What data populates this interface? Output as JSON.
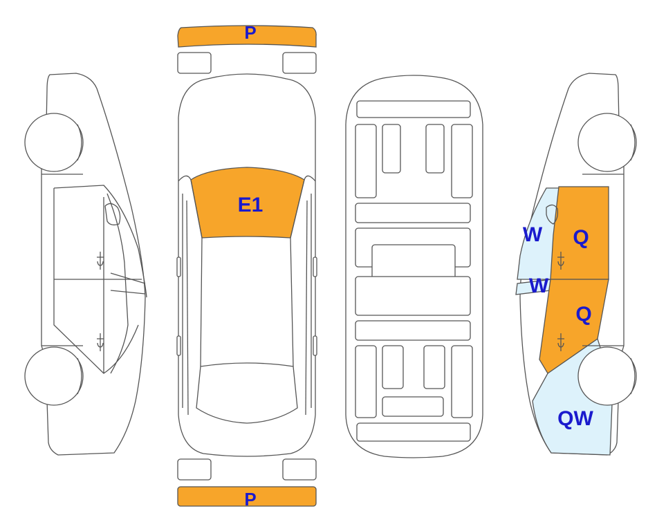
{
  "colors": {
    "damage_primary": "#F7A52A",
    "damage_secondary": "#DDF2FB",
    "label": "#1A1ACD",
    "outline": "#555555"
  },
  "labels": {
    "front_bumper": "P",
    "rear_bumper": "P",
    "roof": "E1",
    "right_front_window": "W",
    "right_rear_window": "W",
    "right_front_door": "Q",
    "right_rear_door": "Q",
    "right_rear_quarter": "QW"
  }
}
